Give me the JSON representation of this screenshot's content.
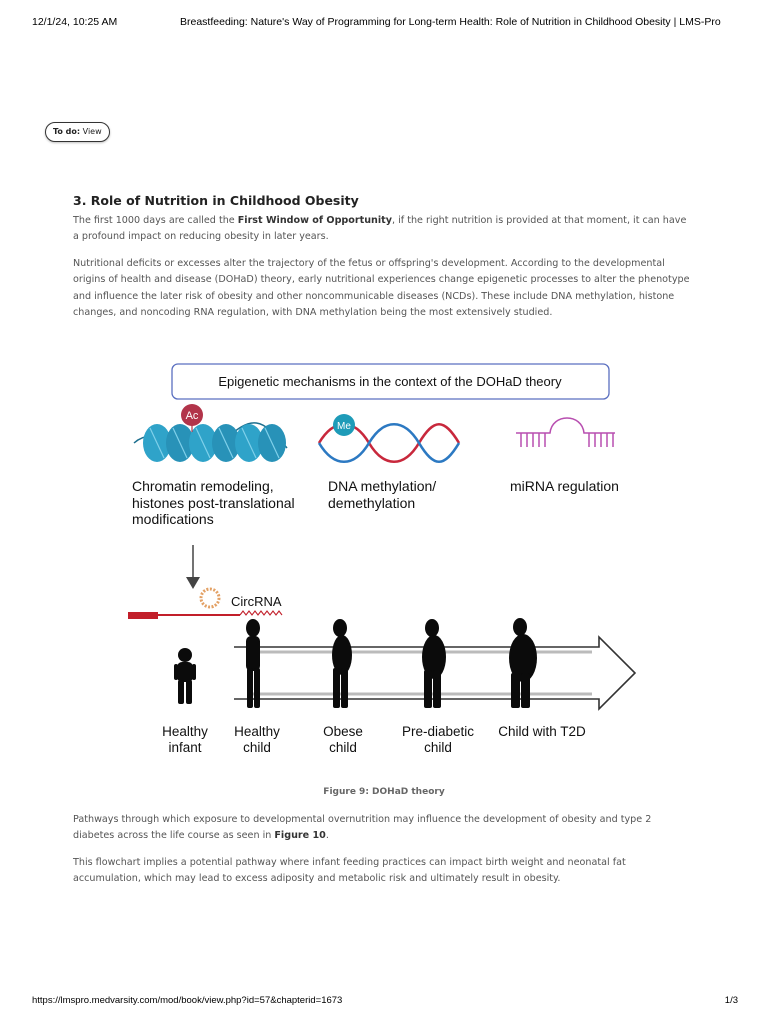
{
  "print_header": {
    "datetime": "12/1/24, 10:25 AM",
    "title": "Breastfeeding: Nature's Way of Programming for Long-term Health: Role of Nutrition in Childhood Obesity | LMS-Pro"
  },
  "todo": {
    "label": "To do:",
    "action": "View"
  },
  "section": {
    "title": "3. Role of Nutrition in Childhood Obesity",
    "p1_before": "The first 1000 days are called the ",
    "p1_bold": "First Window of Opportunity",
    "p1_after": ", if the right nutrition is provided at that moment, it can have a profound impact on reducing obesity in later years.",
    "p2": "Nutritional deficits or excesses alter the trajectory of the fetus or offspring's development. According to the developmental origins of health and disease (DOHaD) theory, early nutritional experiences change epigenetic processes to alter the phenotype and influence the later risk of obesity and other noncommunicable diseases (NCDs). These include DNA methylation, histone changes, and noncoding RNA regulation, with DNA methylation being the most extensively studied.",
    "p3_before": "Pathways through which exposure to developmental overnutrition may influence the development of obesity and type 2 diabetes across the life course as seen in ",
    "p3_bold": "Figure 10",
    "p3_after": ".",
    "p4": "This flowchart implies a potential pathway where infant feeding practices can impact birth weight and neonatal fat accumulation, which may lead to excess adiposity and metabolic risk and ultimately result in obesity."
  },
  "figure": {
    "title": "Epigenetic mechanisms in the context of the DOHaD theory",
    "ac_label": "Ac",
    "me_label": "Me",
    "mech1_line1": "Chromatin remodeling,",
    "mech1_line2": "histones post-translational",
    "mech1_line3": "modifications",
    "mech2_line1": "DNA methylation/",
    "mech2_line2": "demethylation",
    "mech3": "miRNA regulation",
    "circrna": "CircRNA",
    "stages": [
      {
        "line1": "Healthy",
        "line2": "infant"
      },
      {
        "line1": "Healthy",
        "line2": "child"
      },
      {
        "line1": "Obese",
        "line2": "child"
      },
      {
        "line1": "Pre-diabetic",
        "line2": "child"
      },
      {
        "line1": "Child with T2D",
        "line2": ""
      }
    ],
    "caption": "Figure 9: DOHaD theory",
    "colors": {
      "title_border": "#5a6fc0",
      "nucleosome": "#2fa3c9",
      "ac_badge": "#b2344a",
      "me_badge": "#1e9bb8",
      "dna_red": "#c8283c",
      "dna_blue": "#2c79c2",
      "mirna": "#b84fb0",
      "circrna": "#e3a165",
      "gene": "#c21f2a"
    }
  },
  "print_footer": {
    "url": "https://lmspro.medvarsity.com/mod/book/view.php?id=57&chapterid=1673",
    "page": "1/3"
  }
}
